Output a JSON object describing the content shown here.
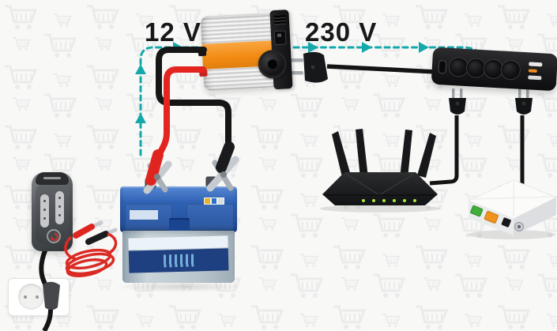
{
  "diagram": {
    "labels": {
      "dc_side": "12 V",
      "ac_side": "230 V"
    },
    "flow_color": "#14a8ab",
    "colors": {
      "background": "#f8f8f7",
      "watermark": "#ebebeb",
      "inverter_orange": "#f18a12",
      "cable_red": "#e3241f",
      "cable_black": "#161616",
      "battery_blue": "#2f62b4",
      "battery_label_navy": "#1e4080",
      "router_led_green": "#a6e83c",
      "ont_port_green": "#3fae3a",
      "ont_port_orange": "#f0931d",
      "strip_usb_orange": "#ef8c1f"
    },
    "components": {
      "charger": "battery-charger",
      "wall_socket": "wall-socket",
      "battery": "car-battery",
      "inverter": "dc-ac-inverter",
      "plug": "euro-plug",
      "power_strip": "power-strip",
      "router": "wifi-router",
      "modem": "fiber-modem-ont"
    }
  }
}
